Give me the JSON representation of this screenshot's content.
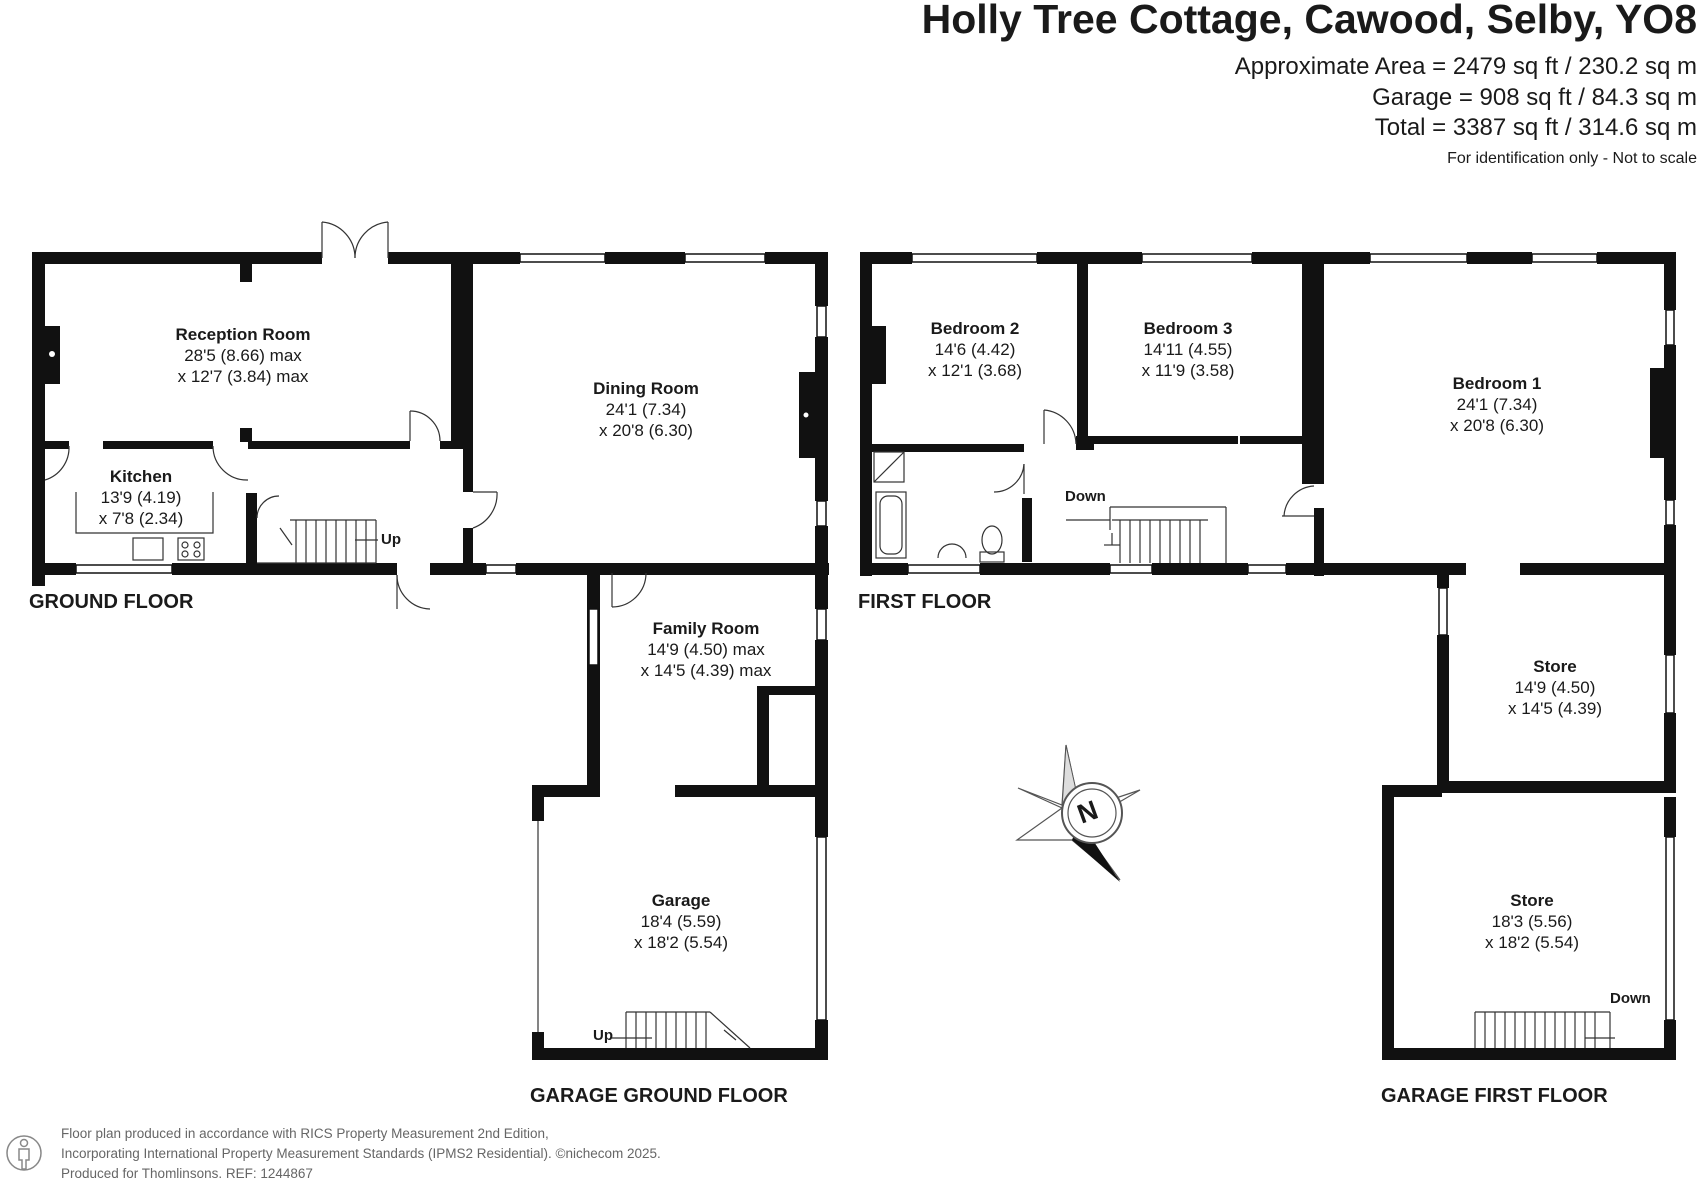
{
  "header": {
    "title": "Holly Tree Cottage, Cawood, Selby, YO8",
    "areas": [
      "Approximate Area = 2479 sq ft / 230.2 sq m",
      "Garage = 908 sq ft / 84.3 sq m",
      "Total = 3387 sq ft / 314.6 sq m"
    ],
    "note": "For identification only - Not to scale"
  },
  "floors": {
    "ground": "GROUND FLOOR",
    "first": "FIRST FLOOR",
    "garage_ground": "GARAGE GROUND FLOOR",
    "garage_first": "GARAGE FIRST FLOOR"
  },
  "rooms": {
    "reception": {
      "name": "Reception Room",
      "dim1": "28'5 (8.66) max",
      "dim2": "x 12'7 (3.84) max"
    },
    "kitchen": {
      "name": "Kitchen",
      "dim1": "13'9 (4.19)",
      "dim2": "x 7'8 (2.34)"
    },
    "dining": {
      "name": "Dining Room",
      "dim1": "24'1 (7.34)",
      "dim2": "x 20'8 (6.30)"
    },
    "family": {
      "name": "Family Room",
      "dim1": "14'9 (4.50) max",
      "dim2": "x 14'5 (4.39) max"
    },
    "garage": {
      "name": "Garage",
      "dim1": "18'4 (5.59)",
      "dim2": "x 18'2 (5.54)"
    },
    "bedroom2": {
      "name": "Bedroom 2",
      "dim1": "14'6 (4.42)",
      "dim2": "x 12'1 (3.68)"
    },
    "bedroom3": {
      "name": "Bedroom 3",
      "dim1": "14'11 (4.55)",
      "dim2": "x 11'9 (3.58)"
    },
    "bedroom1": {
      "name": "Bedroom 1",
      "dim1": "24'1 (7.34)",
      "dim2": "x 20'8 (6.30)"
    },
    "store1": {
      "name": "Store",
      "dim1": "14'9 (4.50)",
      "dim2": "x 14'5 (4.39)"
    },
    "store2": {
      "name": "Store",
      "dim1": "18'3 (5.56)",
      "dim2": "x 18'2 (5.54)"
    }
  },
  "stairs": {
    "up": "Up",
    "down": "Down"
  },
  "compass": {
    "label": "N"
  },
  "footer": {
    "lines": [
      "Floor plan produced in accordance with RICS Property Measurement 2nd Edition,",
      "Incorporating International Property Measurement Standards (IPMS2 Residential).   ©nichecom 2025.",
      "Produced for Thomlinsons.   REF:  1244867"
    ]
  },
  "colors": {
    "wall": "#111111",
    "window": "#ffffff",
    "text": "#1a1a1a",
    "footer": "#666666"
  }
}
